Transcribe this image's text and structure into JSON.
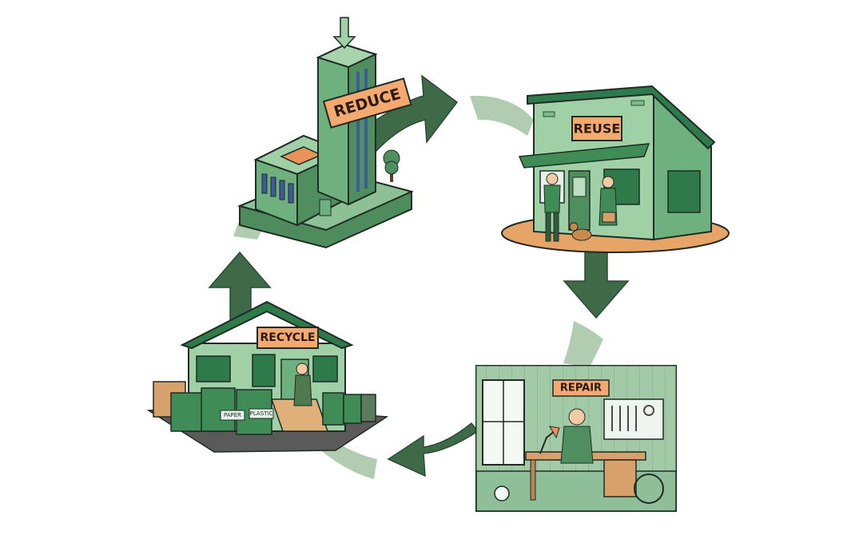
{
  "stages": {
    "reduce": {
      "label": "REDUCE"
    },
    "reuse": {
      "label": "REUSE"
    },
    "repair": {
      "label": "REPAIR"
    },
    "recycle": {
      "label": "RECYCLE"
    }
  },
  "bins": {
    "paper": "PAPER",
    "plastic": "PLASTIC"
  },
  "colors": {
    "arrow_dark": "#3f6a48",
    "arrow_light": "#a9c6a8",
    "building_green": "#6fb07f",
    "building_light": "#a7d3ad",
    "roof_green": "#2f7a4a",
    "sign_orange": "#f3a96f",
    "ground_tan": "#e6a567",
    "outline": "#1f2b24"
  }
}
